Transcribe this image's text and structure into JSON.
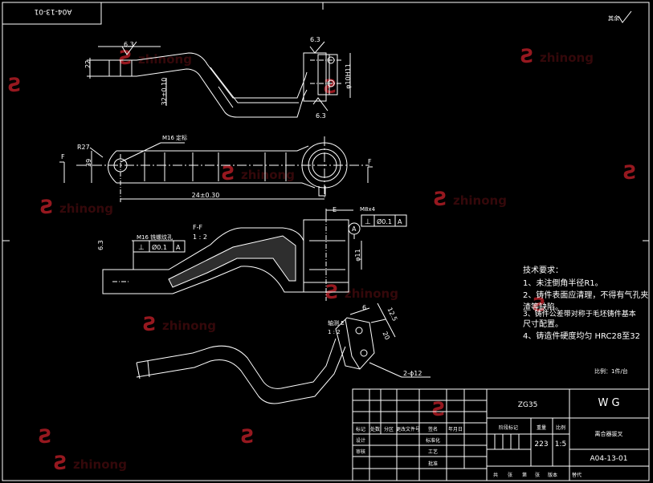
{
  "colors": {
    "background": "#000000",
    "line": "#ffffff",
    "accent": "#ffff00",
    "watermark": "#c8202a"
  },
  "corner_code": "A04-13-01",
  "roughness_note": "其余",
  "views": {
    "top": {
      "roughness_top": "6.3",
      "roughness_right_top": "6.3",
      "roughness_right_bottom": "6.3",
      "dim_height": "22",
      "dim_offset": "32±0.10",
      "dim_right": "φ10H11"
    },
    "plan": {
      "radius": "R27",
      "dim_width": "39",
      "thread_label": "M16 定标",
      "dim_length": "24±0.30",
      "section_mark_left": "F",
      "section_mark_right": "F"
    },
    "section_ff": {
      "title": "F-F",
      "scale": "1 : 2",
      "roughness": "6.3",
      "thread_label": "M16 铣螺纹孔",
      "tolerance_symbol": "⊥",
      "tolerance_value": "Ø0.1",
      "datum": "A",
      "hole_label": "M8x4",
      "hole_tolerance_symbol": "⊥",
      "hole_tolerance_value": "Ø0.1",
      "hole_datum": "A",
      "datum_circle": "A",
      "dim_right": "φ11",
      "section_e_mark": "E"
    },
    "iso": {
      "title": "轴测 E",
      "scale": "1 : 2",
      "dim_a": "6",
      "dim_b": "12.5",
      "dim_c": "20",
      "holes_label": "2-ɸ12"
    }
  },
  "notes": {
    "heading": "技术要求：",
    "lines": [
      "1、未注倒角半径R1。",
      "2、铸件表面应清理，不得有气孔夹",
      "渣等缺陷。",
      "3、铸件公差带对称于毛坯铸件基本",
      "尺寸配置。",
      "4、铸造件硬度均匀  HRC28至32"
    ]
  },
  "scale_note": "比例：1件/台",
  "title_block": {
    "material": "ZG35",
    "company": "W G",
    "part_name": "离合器拔叉",
    "drawing_no": "A04-13-01",
    "weight": "223",
    "scale": "1:5",
    "headers": [
      "标记",
      "处数",
      "分区",
      "更改文件号",
      "签名",
      "年月日"
    ],
    "rows_left": [
      "设计",
      "审核",
      "工艺",
      "标准化",
      "批准"
    ],
    "mid_labels": [
      "阶段标记",
      "重量",
      "比例"
    ],
    "bottom": [
      "共",
      "张",
      "第",
      "张",
      "版本",
      "替代"
    ]
  },
  "watermark_text": "zhinong"
}
